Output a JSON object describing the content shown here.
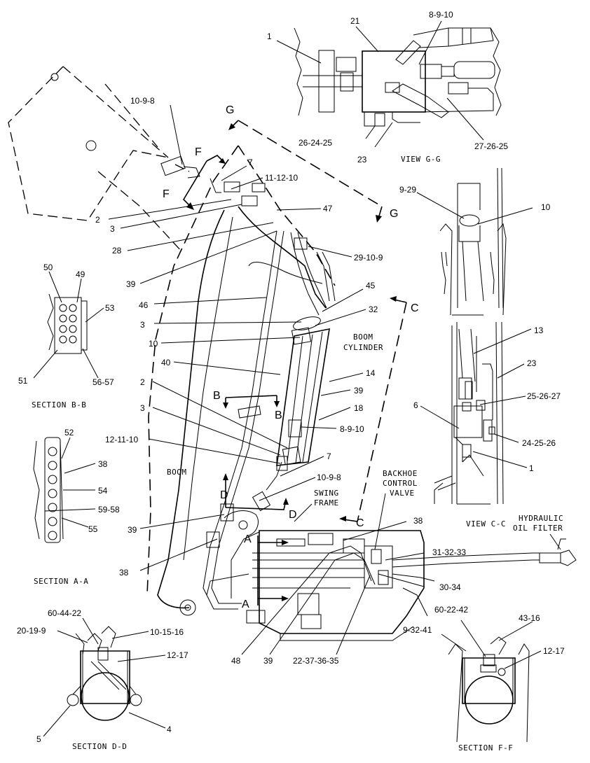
{
  "captions": {
    "view_gg": "VIEW G-G",
    "view_cc": "VIEW C-C",
    "section_bb": "SECTION B-B",
    "section_aa": "SECTION A-A",
    "section_dd": "SECTION D-D",
    "section_ff": "SECTION F-F"
  },
  "labels": {
    "boom": "BOOM",
    "boom_cylinder_1": "BOOM",
    "boom_cylinder_2": "CYLINDER",
    "backhoe_1": "BACKHOE",
    "backhoe_2": "CONTROL",
    "backhoe_3": "VALVE",
    "swing_1": "SWING",
    "swing_2": "FRAME",
    "filter_1": "HYDRAULIC",
    "filter_2": "OIL FILTER"
  },
  "section_letters": {
    "g_top": "G",
    "g_right": "G",
    "f_top": "F",
    "f_left": "F",
    "c_top": "C",
    "c_bottom": "C",
    "b_left": "B",
    "b_right": "B",
    "d_left": "D",
    "d_right": "D",
    "a_top": "A",
    "a_bottom": "A"
  },
  "callouts": {
    "c_1_gg": "1",
    "c_21": "21",
    "c_8_9_10_gg": "8-9-10",
    "c_26_24_25": "26-24-25",
    "c_23_gg": "23",
    "c_27_26_25": "27-26-25",
    "c_10_9_8_top": "10-9-8",
    "c_7_top": "7",
    "c_11_12_10": "11-12-10",
    "c_47": "47",
    "c_2_top": "2",
    "c_3_top": "3",
    "c_28": "28",
    "c_39_top": "39",
    "c_29_10_9": "29-10-9",
    "c_45": "45",
    "c_46": "46",
    "c_32": "32",
    "c_3_mid": "3",
    "c_10_mid": "10",
    "c_40": "40",
    "c_14": "14",
    "c_39_mid": "39",
    "c_18": "18",
    "c_8_9_10_mid": "8-9-10",
    "c_2_mid": "2",
    "c_3_low": "3",
    "c_12_11_10": "12-11-10",
    "c_7_low": "7",
    "c_10_9_8_low": "10-9-8",
    "c_39_low": "39",
    "c_38_left": "38",
    "c_38_right": "38",
    "c_31_32_33": "31-32-33",
    "c_30_34": "30-34",
    "c_48": "48",
    "c_39_bottom": "39",
    "c_22_37_36_35": "22-37-36-35",
    "c_9_29": "9-29",
    "c_10_cc": "10",
    "c_13": "13",
    "c_23_cc": "23",
    "c_25_26_27": "25-26-27",
    "c_6": "6",
    "c_24_25_26": "24-25-26",
    "c_1_cc": "1",
    "c_50": "50",
    "c_49": "49",
    "c_53": "53",
    "c_51": "51",
    "c_56_57": "56-57",
    "c_52": "52",
    "c_38_aa": "38",
    "c_54": "54",
    "c_59_58": "59-58",
    "c_55": "55",
    "c_60_44_22": "60-44-22",
    "c_20_19_9": "20-19-9",
    "c_10_15_16": "10-15-16",
    "c_12_17_dd": "12-17",
    "c_5": "5",
    "c_4": "4",
    "c_60_22_42": "60-22-42",
    "c_43_16": "43-16",
    "c_9_32_41": "9-32-41",
    "c_12_17_ff": "12-17"
  }
}
